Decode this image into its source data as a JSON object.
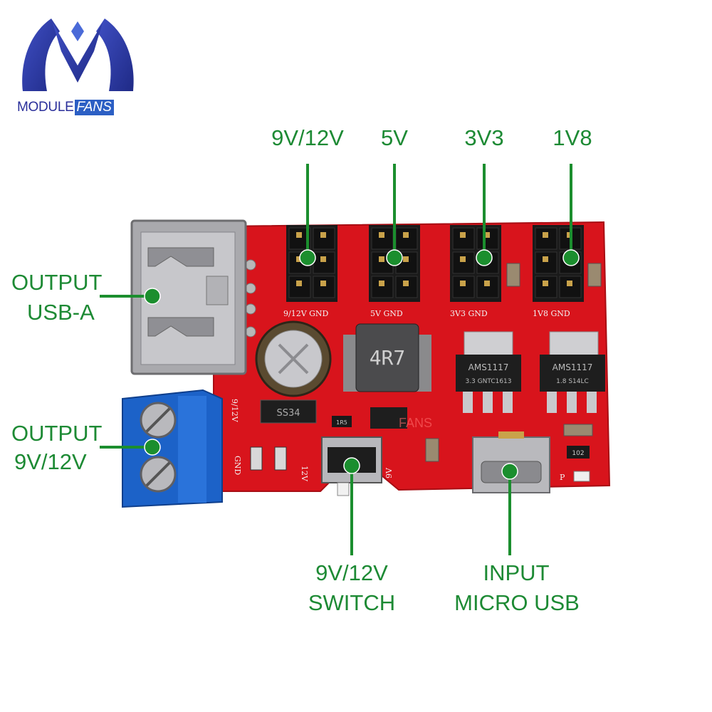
{
  "brand": {
    "part1": "MODULE",
    "part2": "FANS"
  },
  "labels": {
    "out_9_12": "9V/12V",
    "out_5v": "5V",
    "out_3v3": "3V3",
    "out_1v8": "1V8",
    "usb_a_line1": "OUTPUT",
    "usb_a_line2": "USB-A",
    "terminal_line1": "OUTPUT",
    "terminal_line2": "9V/12V",
    "switch_line1": "9V/12V",
    "switch_line2": "SWITCH",
    "input_line1": "INPUT",
    "input_line2": "MICRO USB"
  },
  "silkscreen": {
    "h1": "9/12V  GND",
    "h2": "5V  GND",
    "h3": "3V3  GND",
    "h4": "1V8  GND",
    "inductor": "4R7",
    "reg1_line1": "AMS1117",
    "reg1_line2": "3.3  GNTC1613",
    "reg2_line1": "AMS1117",
    "reg2_line2": "1.8  S14LC",
    "diode": "SS34",
    "res1": "1R5",
    "res2": "102",
    "sw_12v": "12V",
    "sw_9v": "9V",
    "gnd": "GND",
    "v912": "9/12V",
    "p_mark": "P",
    "watermark": "FANS"
  },
  "colors": {
    "pcb": "#d8141c",
    "label": "#1d8a34",
    "marker": "#1b8e2e",
    "terminal": "#1c62c8",
    "logo": "#2a3aa6"
  }
}
